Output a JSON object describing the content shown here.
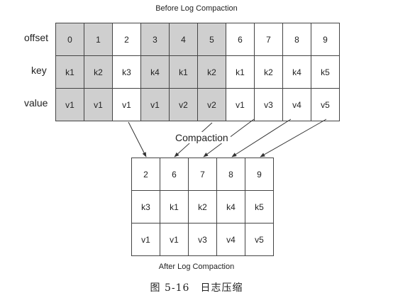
{
  "before_title": "Before Log Compaction",
  "after_title": "After Log Compaction",
  "row_labels": {
    "offset": "offset",
    "key": "key",
    "value": "value"
  },
  "compaction_label": "Compaction",
  "caption": "图 5-16　日志压缩",
  "before_log": [
    {
      "offset": "0",
      "key": "k1",
      "value": "v1",
      "removed": true
    },
    {
      "offset": "1",
      "key": "k2",
      "value": "v1",
      "removed": true
    },
    {
      "offset": "2",
      "key": "k3",
      "value": "v1",
      "removed": false
    },
    {
      "offset": "3",
      "key": "k4",
      "value": "v1",
      "removed": true
    },
    {
      "offset": "4",
      "key": "k1",
      "value": "v2",
      "removed": true
    },
    {
      "offset": "5",
      "key": "k2",
      "value": "v2",
      "removed": true
    },
    {
      "offset": "6",
      "key": "k1",
      "value": "v1",
      "removed": false
    },
    {
      "offset": "7",
      "key": "k2",
      "value": "v3",
      "removed": false
    },
    {
      "offset": "8",
      "key": "k4",
      "value": "v4",
      "removed": false
    },
    {
      "offset": "9",
      "key": "k5",
      "value": "v5",
      "removed": false
    }
  ],
  "after_log": [
    {
      "offset": "2",
      "key": "k3",
      "value": "v1"
    },
    {
      "offset": "6",
      "key": "k1",
      "value": "v1"
    },
    {
      "offset": "7",
      "key": "k2",
      "value": "v3"
    },
    {
      "offset": "8",
      "key": "k4",
      "value": "v4"
    },
    {
      "offset": "9",
      "key": "k5",
      "value": "v5"
    }
  ],
  "colors": {
    "removed_fill": "#cfcfcf",
    "kept_fill": "#ffffff",
    "border": "#444444"
  }
}
